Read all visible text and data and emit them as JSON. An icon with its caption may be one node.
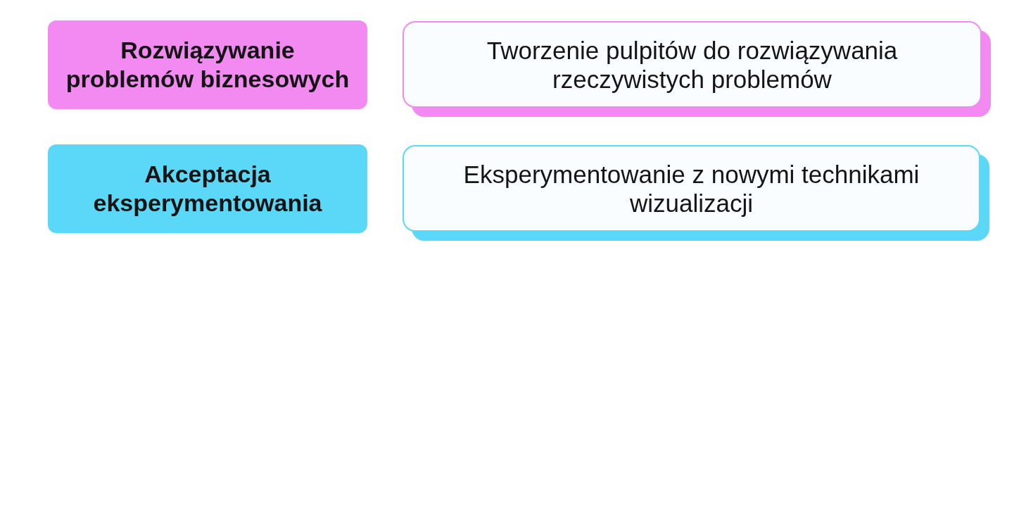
{
  "diagram": {
    "nodes": [
      {
        "text": [
          "Rozwiązywanie problemów biznesowych"
        ]
      },
      {
        "text": [
          "Tworzenie pulpitów do rozwiązywania rzeczywistych problemów"
        ]
      },
      {
        "text": [
          "Akceptacja eksperymentowania"
        ]
      },
      {
        "text": [
          "Eksperymentowanie z nowymi technikami wizualizacji"
        ]
      }
    ]
  }
}
